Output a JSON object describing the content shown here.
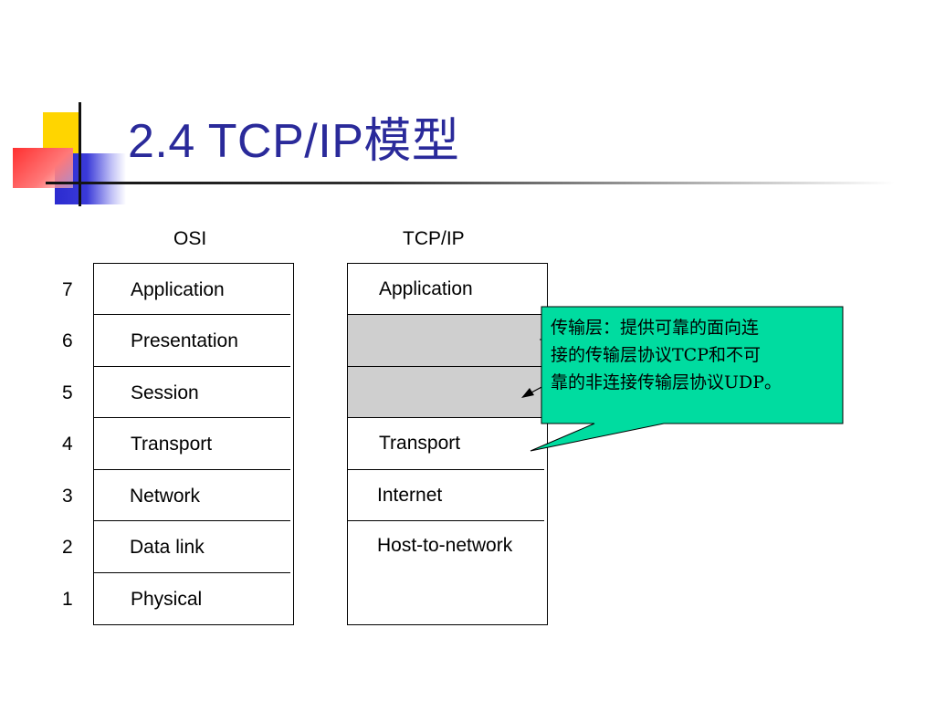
{
  "title": "2.4 TCP/IP模型",
  "headings": {
    "osi": "OSI",
    "tcpip": "TCP/IP"
  },
  "layer_numbers": [
    "7",
    "6",
    "5",
    "4",
    "3",
    "2",
    "1"
  ],
  "osi_layers": [
    "Application",
    "Presentation",
    "Session",
    "Transport",
    "Network",
    "Data link",
    "Physical"
  ],
  "tcpip_layers": {
    "application": "Application",
    "transport": "Transport",
    "internet": "Internet",
    "host_to_network": "Host-to-network"
  },
  "callout": {
    "line1": "传输层：提供可靠的面向连",
    "line2": "接的传输层协议TCP和不可",
    "line3": "靠的非连接传输层协议UDP。",
    "fill_color": "#00dca0"
  },
  "colors": {
    "title": "#2a2a9a",
    "gray_band": "#cfcfcf"
  }
}
